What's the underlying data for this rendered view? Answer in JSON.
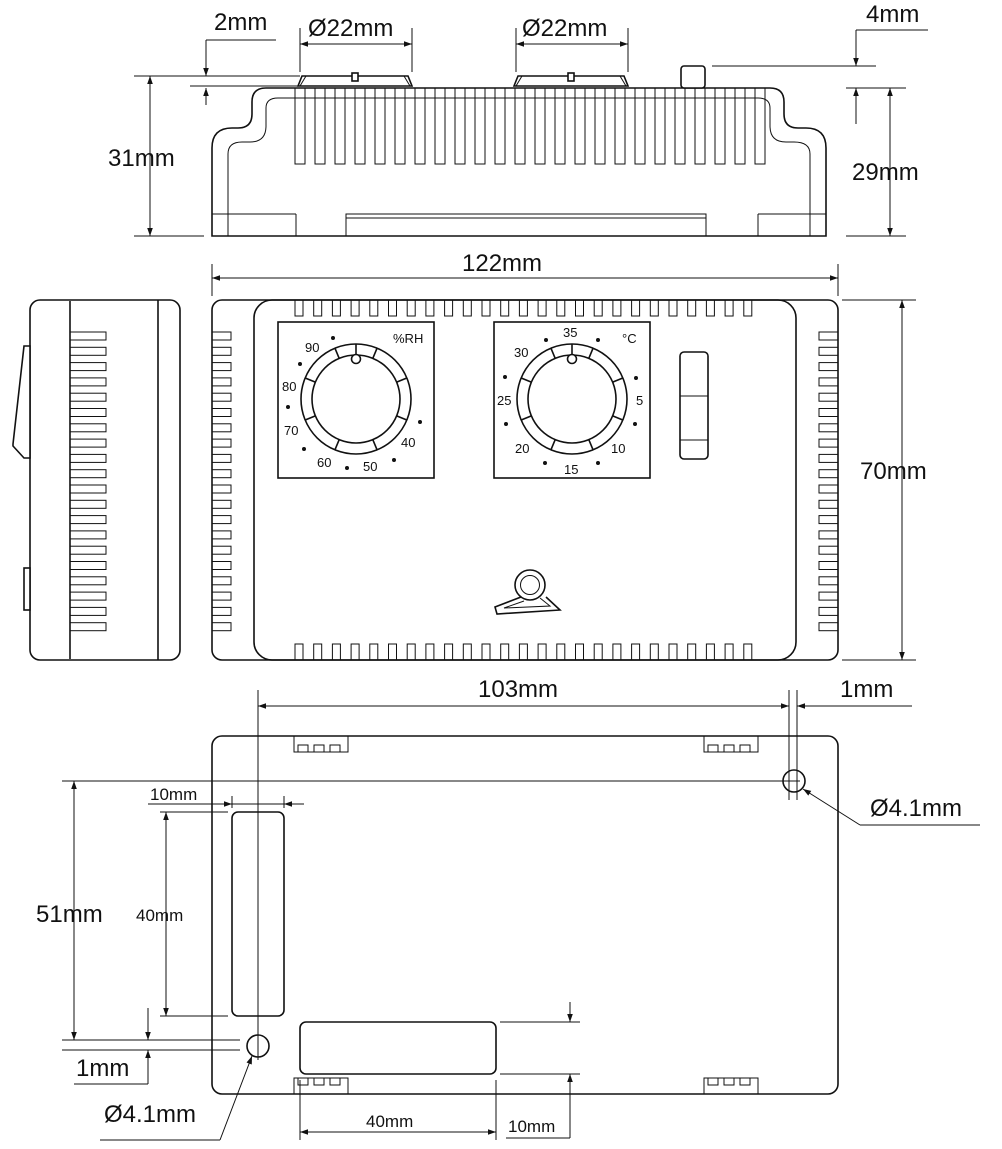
{
  "dimensions": {
    "top_gap": "2mm",
    "knob1_diameter": "Ø22mm",
    "knob2_diameter": "Ø22mm",
    "switch_height": "4mm",
    "total_height": "31mm",
    "body_height": "29mm",
    "width": "122mm",
    "depth": "70mm",
    "hole_spacing": "103mm",
    "hole_offset_right": "1mm",
    "hole_diameter_right": "Ø4.1mm",
    "slot_width": "10mm",
    "slot_length": "40mm",
    "hole_vertical_spacing": "51mm",
    "hole_offset_left": "1mm",
    "hole_diameter_left": "Ø4.1mm",
    "bottom_slot_length": "40mm",
    "bottom_slot_width": "10mm"
  },
  "humidity_dial": {
    "unit": "%RH",
    "scale": [
      "90",
      "80",
      "70",
      "60",
      "50",
      "40"
    ]
  },
  "temperature_dial": {
    "unit": "°C",
    "scale": [
      "35",
      "30",
      "25",
      "20",
      "15",
      "10",
      "5"
    ]
  },
  "icons": [
    "hygrostat-symbol-icon",
    "rocker-switch-icon"
  ]
}
